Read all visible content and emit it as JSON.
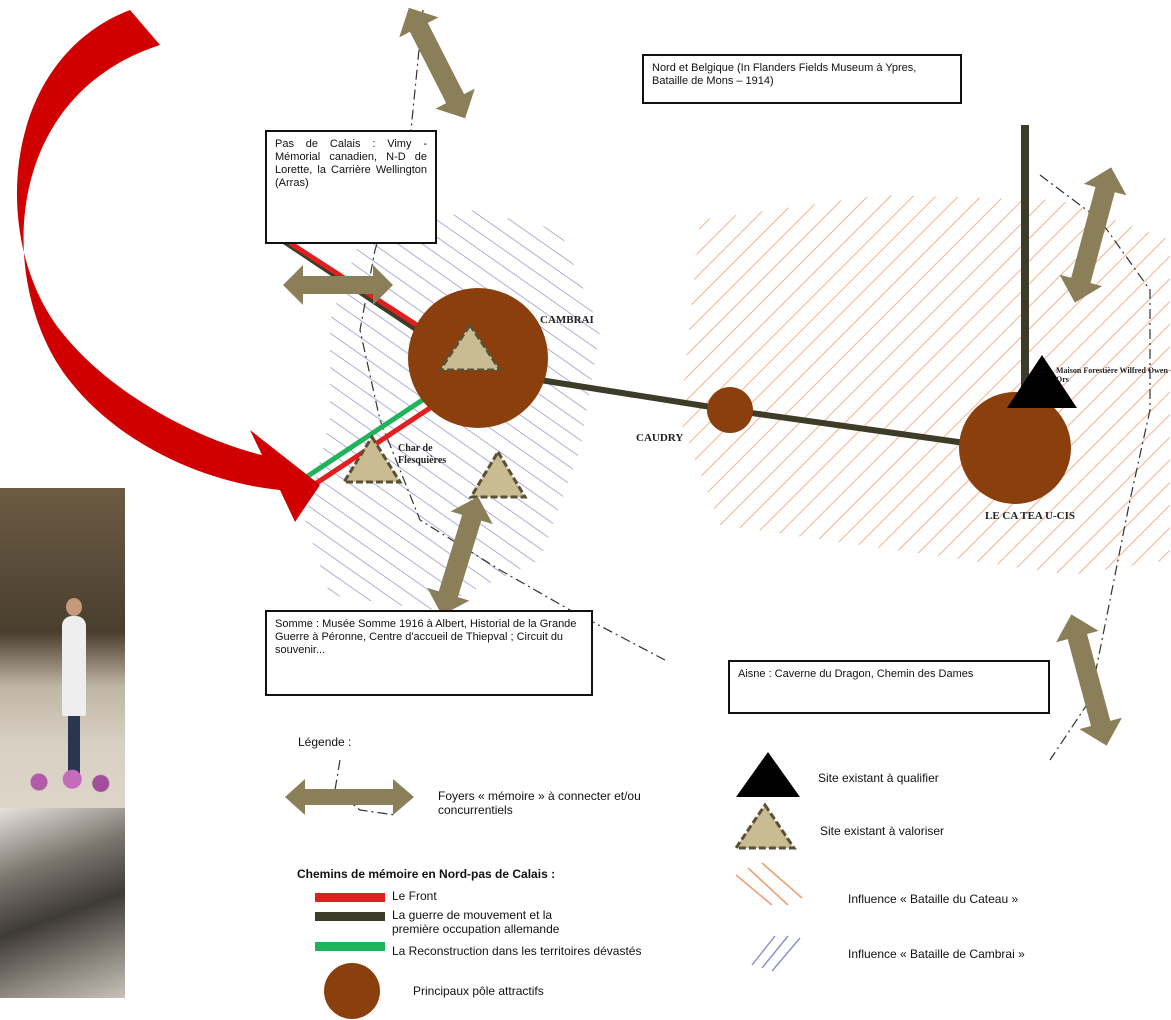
{
  "boxes": {
    "nord": "Nord et Belgique (In Flanders Fields Museum à Ypres, Bataille de Mons – 1914)",
    "pas_de_calais": "Pas de Calais : Vimy - Mémorial canadien, N-D de Lorette, la Carrière Wellington (Arras)",
    "somme": "Somme : Musée Somme 1916 à Albert, Historial de la Grande Guerre à Péronne, Centre d'accueil de Thiepval ; Circuit du souvenir...",
    "aisne": "Aisne : Caverne du Dragon, Chemin des Dames"
  },
  "places": {
    "cambrai": "CAMBRAI",
    "caudry": "CAUDRY",
    "le_cateau": "LE CA TEA U-CIS",
    "char": "Char de Flesquières",
    "maison": "Maison Forestière Wilfred Owen - Ors"
  },
  "legend": {
    "title": "Légende :",
    "foyers": "Foyers « mémoire » à connecter et/ou concurrentiels",
    "chemins_title": "Chemins de mémoire en Nord-pas de Calais :",
    "front": "Le Front",
    "mouvement": "La guerre de mouvement et la première occupation allemande",
    "reconstruction": "La Reconstruction dans les territoires dévastés",
    "poles": "Principaux pôle attractifs",
    "site_qualifier": "Site existant à qualifier",
    "site_valoriser": "Site existant à valoriser",
    "influence_cateau": "Influence « Bataille du Cateau »",
    "influence_cambrai": "Influence « Bataille de Cambrai »"
  },
  "colors": {
    "pole": "#8a3f0c",
    "arrow": "#8b7f59",
    "front_red": "#e31e1e",
    "mouvement_dark": "#3c3c28",
    "reconstruction_green": "#21b35c",
    "hatch_orange": "#f0a070",
    "hatch_blue": "#8a8ec8",
    "big_arrow": "#d10000"
  }
}
